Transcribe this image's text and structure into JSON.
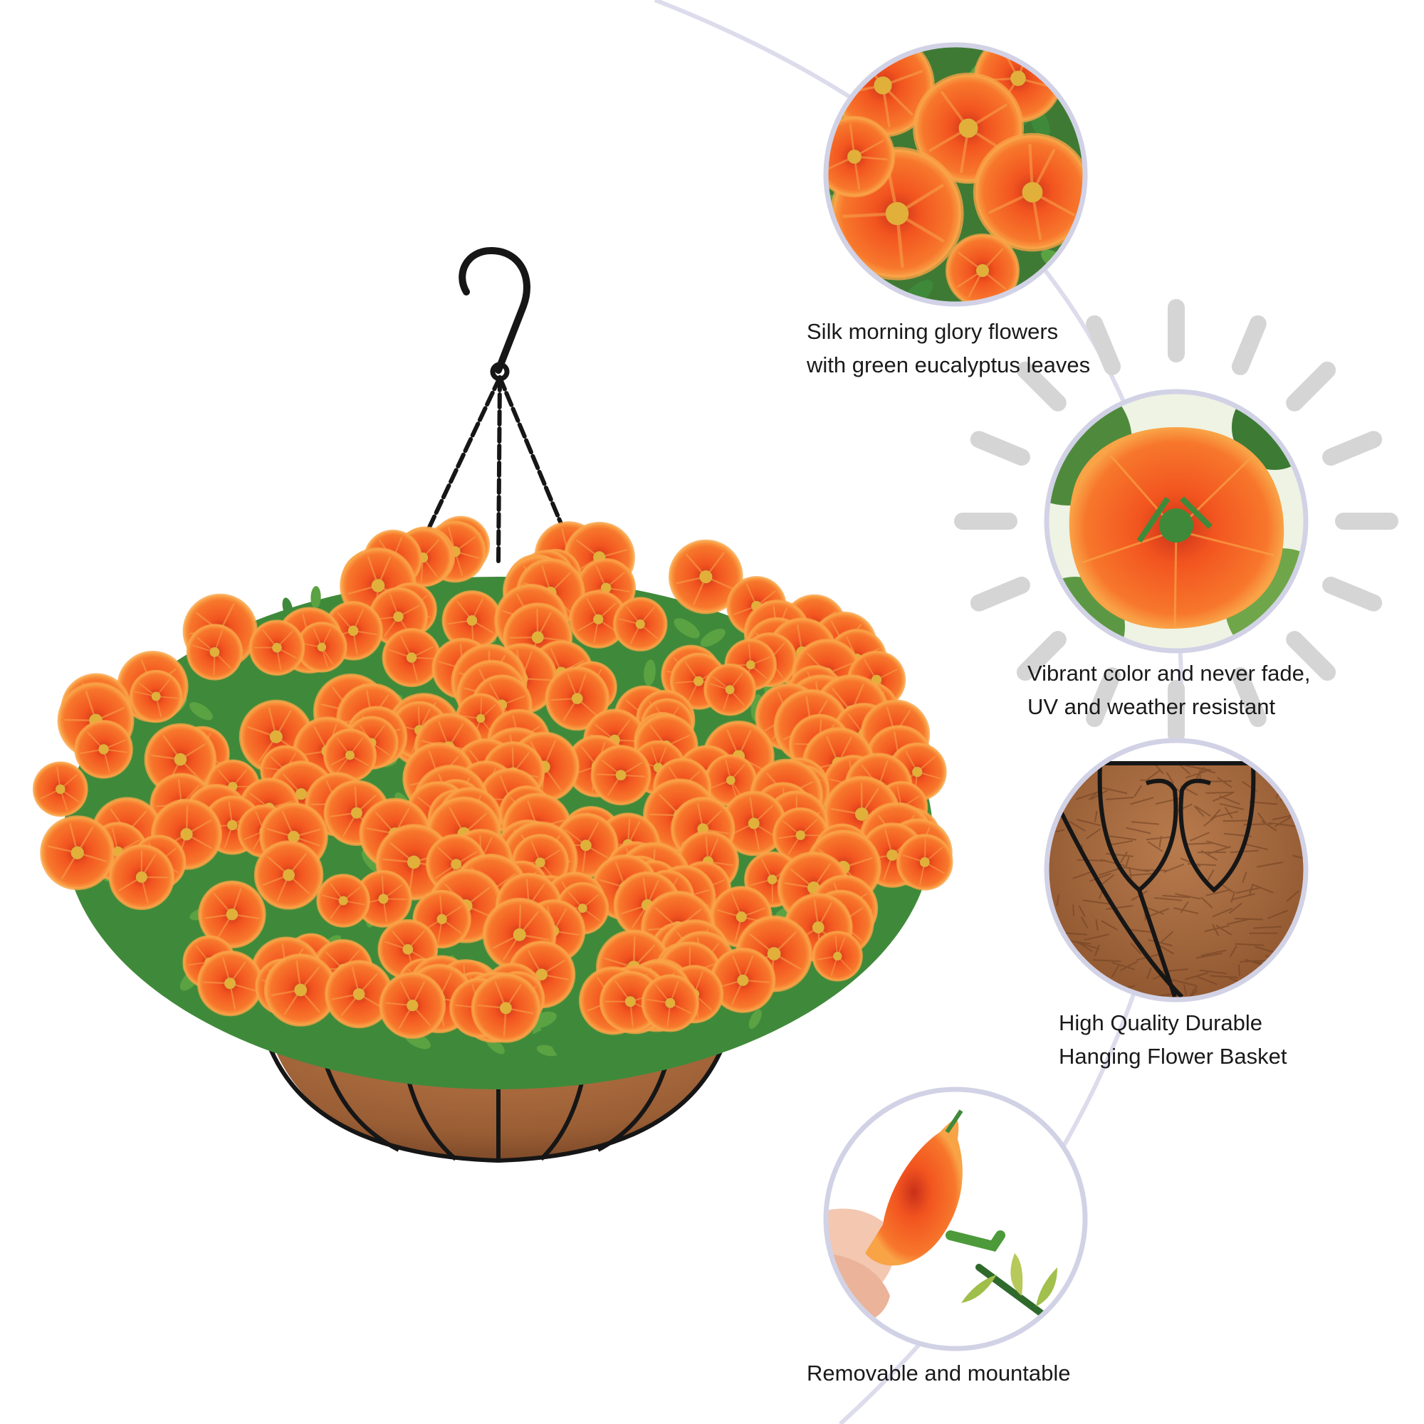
{
  "features": [
    {
      "id": "flowers",
      "lines": [
        "Silk morning glory flowers",
        "with green eucalyptus leaves"
      ],
      "icon": "petunia-closeup-image"
    },
    {
      "id": "color",
      "lines": [
        "Vibrant color and never fade,",
        "UV and weather resistant"
      ],
      "icon": "sun-icon"
    },
    {
      "id": "basket",
      "lines": [
        "High Quality Durable",
        "Hanging Flower Basket"
      ],
      "icon": "coco-liner-image"
    },
    {
      "id": "removable",
      "lines": [
        "Removable and mountable"
      ],
      "icon": "hand-holding-flower-image"
    }
  ],
  "colors": {
    "flower_orange": "#f2541f",
    "flower_light": "#f98c3a",
    "flower_dark": "#d6391a",
    "leaf_green": "#3f8a3a",
    "coco_brown": "#a8683e",
    "wire_black": "#161616",
    "ring_lavender": "#d2d2e6",
    "sun_gray": "#d5d5d5"
  }
}
